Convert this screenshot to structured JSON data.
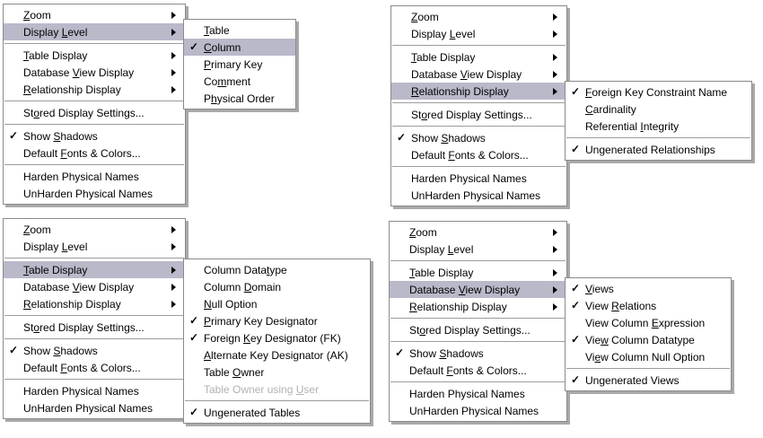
{
  "icons": {
    "checkmark": "✓",
    "submenu_arrow": "right-triangle"
  },
  "colors": {
    "menu_background": "#ffffff",
    "text": "#000000",
    "disabled_text": "#b2b2b2",
    "highlight_background": "#b9b9ca",
    "border": "#8a8a8a",
    "shadow": "#a9a9a9",
    "separator": "#9c9c9c"
  },
  "menus": {
    "tl_main": {
      "items_ref": "main",
      "highlight": 1
    },
    "tl_sub": {
      "items_ref": "display_level",
      "highlight": 1
    },
    "tr_main": {
      "items_ref": "main",
      "highlight": 5
    },
    "tr_sub": {
      "items_ref": "relationship_display",
      "highlight": -1
    },
    "bl_main": {
      "items_ref": "main",
      "highlight": 3
    },
    "bl_sub": {
      "items_ref": "table_display",
      "highlight": -1
    },
    "br_main": {
      "items_ref": "main",
      "highlight": 4
    },
    "br_sub": {
      "items_ref": "database_view_display",
      "highlight": -1
    }
  },
  "item_sets": {
    "main": [
      {
        "label": "_Zoom",
        "arrow": true
      },
      {
        "label": "Display _Level",
        "arrow": true
      },
      {
        "sep": true
      },
      {
        "label": "_Table Display",
        "arrow": true
      },
      {
        "label": "Database _View Display",
        "arrow": true
      },
      {
        "label": "_Relationship Display",
        "arrow": true
      },
      {
        "sep": true
      },
      {
        "label": "St_ored Display Settings..."
      },
      {
        "sep": true
      },
      {
        "label": "Show _Shadows",
        "checked": true
      },
      {
        "label": "Default _Fonts & Colors..."
      },
      {
        "sep": true
      },
      {
        "label": "Harden Physical Names"
      },
      {
        "label": "UnHarden Physical Names"
      }
    ],
    "display_level": [
      {
        "label": "_Table"
      },
      {
        "label": "_Column",
        "checked": true
      },
      {
        "label": "_Primary Key"
      },
      {
        "label": "Co_mment"
      },
      {
        "label": "P_hysical Order"
      }
    ],
    "relationship_display": [
      {
        "label": "_Foreign Key Constraint Name",
        "checked": true
      },
      {
        "label": "_Cardinality"
      },
      {
        "label": "Referential _Integrity"
      },
      {
        "sep": true
      },
      {
        "label": "Un_generated Relationships",
        "checked": true
      }
    ],
    "table_display": [
      {
        "label": "Column Data_type"
      },
      {
        "label": "Column _Domain"
      },
      {
        "label": "_Null Option"
      },
      {
        "label": "_Primary Key Designator",
        "checked": true
      },
      {
        "label": "Foreign _Key Designator (FK)",
        "checked": true
      },
      {
        "label": "_Alternate Key Designator (AK)"
      },
      {
        "label": "Table _Owner"
      },
      {
        "label": "Table Owner using _User",
        "disabled": true
      },
      {
        "sep": true
      },
      {
        "label": "Un_generated Tables",
        "checked": true
      }
    ],
    "database_view_display": [
      {
        "label": "_Views",
        "checked": true
      },
      {
        "label": "View _Relations",
        "checked": true
      },
      {
        "label": "View Column _Expression"
      },
      {
        "label": "Vie_w Column Datatype",
        "checked": true
      },
      {
        "label": "Vi_ew Column Null Option"
      },
      {
        "sep": true
      },
      {
        "label": "Un_generated Views",
        "checked": true
      }
    ]
  }
}
